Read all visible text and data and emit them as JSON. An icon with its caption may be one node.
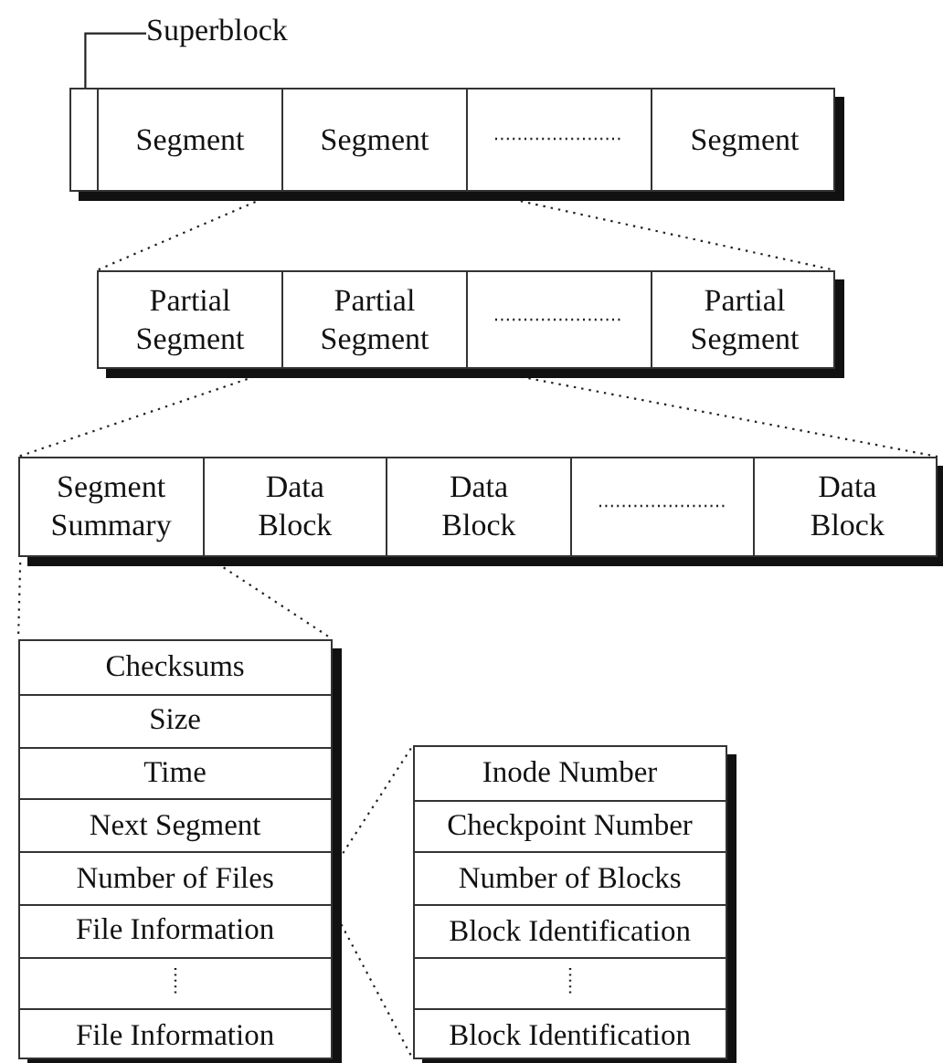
{
  "diagram": {
    "nodes": [
      {
        "text": [
          "Superblock"
        ]
      },
      {
        "text": [],
        "shape": "box"
      },
      {
        "text": [],
        "shape": "box",
        "in": 1
      },
      {
        "text": [
          "Segment"
        ],
        "in": 1
      },
      {
        "text": [
          "Segment"
        ],
        "in": 1
      },
      {
        "text": [],
        "shape": "ellipsis",
        "in": 1
      },
      {
        "text": [
          "Segment"
        ],
        "in": 1
      },
      {
        "text": [],
        "shape": "box"
      },
      {
        "text": [
          "Partial Segment"
        ],
        "in": 7
      },
      {
        "text": [
          "Partial Segment"
        ],
        "in": 7
      },
      {
        "text": [],
        "shape": "ellipsis",
        "in": 7
      },
      {
        "text": [
          "Partial Segment"
        ],
        "in": 7
      },
      {
        "text": [],
        "shape": "box"
      },
      {
        "text": [
          "Segment Summary"
        ],
        "in": 12
      },
      {
        "text": [
          "Data Block"
        ],
        "in": 12
      },
      {
        "text": [
          "Data Block"
        ],
        "in": 12
      },
      {
        "text": [],
        "shape": "ellipsis",
        "in": 12
      },
      {
        "text": [
          "Data Block"
        ],
        "in": 12
      },
      {
        "text": [],
        "shape": "box"
      },
      {
        "text": [
          "Checksums"
        ],
        "in": 18
      },
      {
        "text": [
          "Size"
        ],
        "in": 18
      },
      {
        "text": [
          "Time"
        ],
        "in": 18
      },
      {
        "text": [
          "Next Segment"
        ],
        "in": 18
      },
      {
        "text": [
          "Number of Files"
        ],
        "in": 18
      },
      {
        "text": [
          "File Information"
        ],
        "in": 18
      },
      {
        "text": [],
        "shape": "ellipsis",
        "in": 18
      },
      {
        "text": [
          "File Information"
        ],
        "in": 18
      },
      {
        "text": [],
        "shape": "box"
      },
      {
        "text": [
          "Inode Number"
        ],
        "in": 27
      },
      {
        "text": [
          "Checkpoint Number"
        ],
        "in": 27
      },
      {
        "text": [
          "Number of Blocks"
        ],
        "in": 27
      },
      {
        "text": [
          "Block Identification"
        ],
        "in": 27
      },
      {
        "text": [],
        "shape": "ellipsis",
        "in": 27
      },
      {
        "text": [
          "Block Identification"
        ],
        "in": 27
      }
    ],
    "edges": [
      {
        "from": 0,
        "to": 2,
        "arrow": "none"
      },
      {
        "from": 4,
        "to": 7,
        "arrow": "none",
        "style": "dashed"
      },
      {
        "from": 4,
        "to": 7,
        "arrow": "none",
        "style": "dashed"
      },
      {
        "from": 9,
        "to": 12,
        "arrow": "none",
        "style": "dashed"
      },
      {
        "from": 9,
        "to": 12,
        "arrow": "none",
        "style": "dashed"
      },
      {
        "from": 13,
        "to": 18,
        "arrow": "none",
        "style": "dashed"
      },
      {
        "from": 13,
        "to": 18,
        "arrow": "none",
        "style": "dashed"
      },
      {
        "from": 23,
        "to": 27,
        "arrow": "none",
        "style": "dashed"
      },
      {
        "from": 23,
        "to": 27,
        "arrow": "none",
        "style": "dashed"
      }
    ]
  }
}
